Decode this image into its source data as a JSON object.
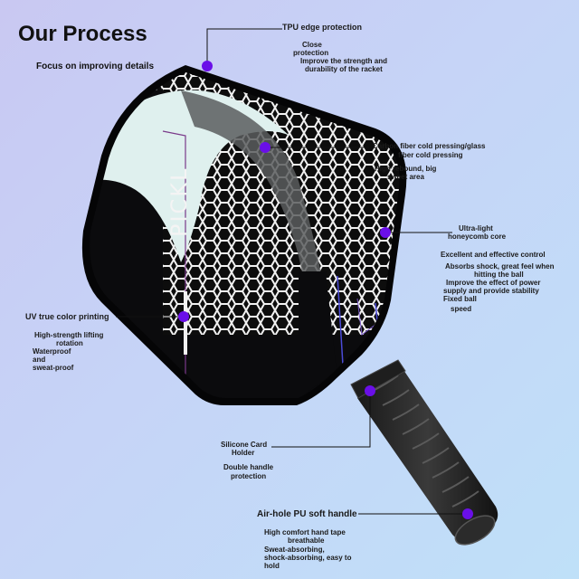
{
  "page": {
    "title": "Our Process",
    "subtitle": "Focus on improving details",
    "paddle_text": "PICKL"
  },
  "callouts": {
    "tpu": {
      "label": "TPU edge protection",
      "line1": "Close",
      "line2": "protection",
      "line3": "Improve the strength and",
      "line4": "durability of the racket"
    },
    "carbon": {
      "label": "Carbon fiber cold pressing/glass",
      "label2": "fiber cold pressing",
      "desc1": "High rebound, big",
      "desc2": "sweet area"
    },
    "honeycomb": {
      "label": "Ultra-light",
      "label2": "honeycomb core",
      "desc1": "Excellent and effective control",
      "desc2": "Absorbs shock, great feel when",
      "desc3": "hitting the ball",
      "desc4": "Improve the effect of power",
      "desc5": "supply and provide stability",
      "desc6": "Fixed ball",
      "desc7": "speed"
    },
    "uv": {
      "label": "UV true color printing",
      "desc1": "High-strength lifting",
      "desc2": "rotation",
      "desc3": "Waterproof",
      "desc4": "and",
      "desc5": "sweat-proof"
    },
    "silicone": {
      "label": "Silicone Card",
      "label2": "Holder",
      "desc1": "Double handle",
      "desc2": "protection"
    },
    "handle": {
      "label": "Air-hole PU soft handle",
      "desc1": "High comfort hand tape",
      "desc2": "breathable",
      "desc3": "Sweat-absorbing,",
      "desc4": "shock-absorbing, easy to",
      "desc5": "hold"
    }
  },
  "colors": {
    "marker": "#6a0fe8",
    "paddle": "#0b0b0d",
    "face_sweep": "#e8f3f1"
  }
}
